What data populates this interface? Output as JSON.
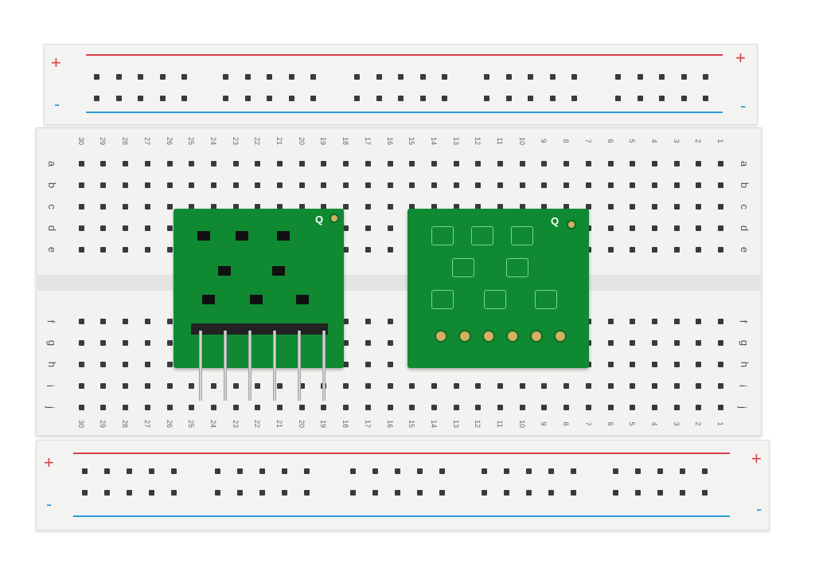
{
  "rails": {
    "plus": "+",
    "minus": "-",
    "plus_color": "#d9414a",
    "minus_color": "#2e9ad6"
  },
  "columns": [
    "1",
    "2",
    "3",
    "4",
    "5",
    "6",
    "7",
    "8",
    "9",
    "10",
    "11",
    "12",
    "13",
    "14",
    "15",
    "16",
    "17",
    "18",
    "19",
    "20",
    "21",
    "22",
    "23",
    "24",
    "25",
    "26",
    "27",
    "28",
    "29",
    "30"
  ],
  "rows_top": [
    "a",
    "b",
    "c",
    "d",
    "e"
  ],
  "rows_bottom": [
    "f",
    "g",
    "h",
    "i",
    "j"
  ],
  "pcb_left": {
    "label": "Q"
  },
  "pcb_right": {
    "label": "Q"
  },
  "colors": {
    "pcb": "#0f8a32",
    "board": "#f2f2f0"
  }
}
